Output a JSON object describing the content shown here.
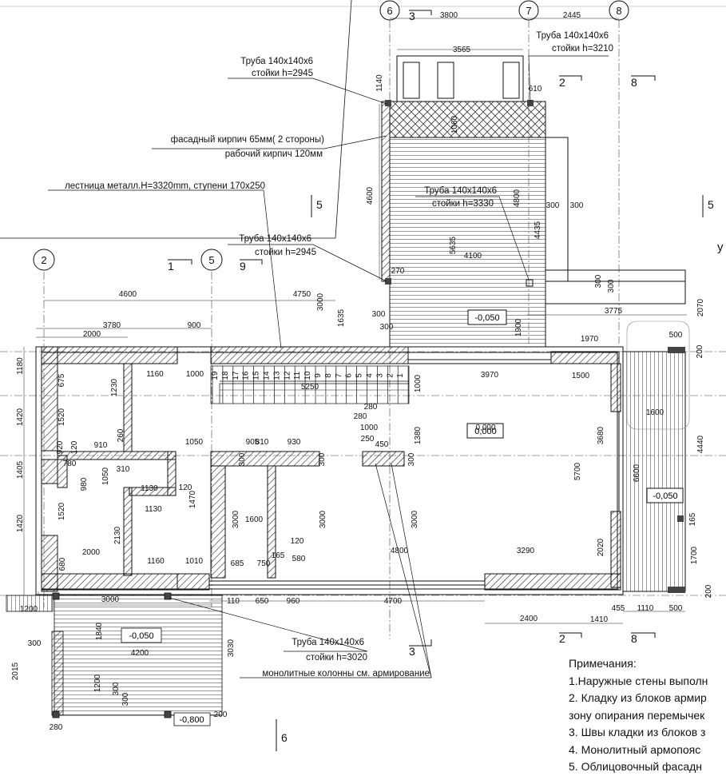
{
  "axes": {
    "top": [
      "6",
      "7",
      "8"
    ],
    "left": [
      "2",
      "5"
    ],
    "right": [
      "5"
    ]
  },
  "section_marks": [
    "3",
    "2",
    "8",
    "5",
    "1",
    "9",
    "2",
    "8",
    "3",
    "6"
  ],
  "callouts": [
    {
      "line1": "Труба 140х140х6",
      "line2": "стойки h=2945"
    },
    {
      "line1": "Труба 140х140х6",
      "line2": "стойки h=3210"
    },
    {
      "line1": "фасадный кирпич 65мм( 2 стороны)",
      "line2": "рабочий кирпич 120мм"
    },
    {
      "line1": "лестница металл.H=3320mm, ступени 170х250",
      "line2": ""
    },
    {
      "line1": "Труба 140х140х6",
      "line2": "стойки h=3330"
    },
    {
      "line1": "Труба 140х140х6",
      "line2": "стойки h=2945"
    },
    {
      "line1": "Труба 140х140х6",
      "line2": "стойки h=3020"
    },
    {
      "line1": "монолитные колонны см. армирование",
      "line2": ""
    }
  ],
  "levels": [
    "-0,050",
    "0,000",
    "-0,050",
    "-0,050",
    "-0,800"
  ],
  "dimensions": {
    "top": [
      "3800",
      "2445",
      "3565",
      "1140",
      "610",
      "1060",
      "4600",
      "4800",
      "4435",
      "300",
      "300",
      "5635",
      "4100",
      "270"
    ],
    "upper_left": [
      "4600",
      "4750",
      "3780",
      "900",
      "2000",
      "3000",
      "1635",
      "300",
      "300",
      "1900"
    ],
    "right_wing": [
      "300",
      "300",
      "3775",
      "2070",
      "500",
      "200",
      "1970",
      "1600",
      "4440",
      "3680",
      "6600",
      "2020",
      "1700",
      "200",
      "1500",
      "165",
      "1110",
      "500",
      "455",
      "1410"
    ],
    "interior": [
      "1160",
      "1000",
      "675",
      "1230",
      "1520",
      "1420",
      "1180",
      "1405",
      "1420",
      "920",
      "120",
      "910",
      "260",
      "1050",
      "905",
      "810",
      "930",
      "780",
      "310",
      "980",
      "1050",
      "1130",
      "1130",
      "120",
      "1470",
      "1520",
      "2130",
      "680",
      "2000",
      "1160",
      "1010",
      "685",
      "750",
      "165",
      "580",
      "3000",
      "1600",
      "120",
      "3000",
      "3000",
      "1000",
      "250",
      "450",
      "1380",
      "300",
      "5250",
      "280",
      "280",
      "3970",
      "1000",
      "0,000",
      "5700",
      "4800",
      "3290",
      "110",
      "650",
      "960",
      "4700",
      "2400",
      "300",
      "300"
    ],
    "porch": [
      "1200",
      "3000",
      "300",
      "1840",
      "4200",
      "2015",
      "1200",
      "300",
      "300",
      "3030",
      "280",
      "200"
    ],
    "stairs": [
      "19",
      "18",
      "17",
      "16",
      "15",
      "14",
      "13",
      "12",
      "11",
      "10",
      "9",
      "8",
      "7",
      "6",
      "5",
      "4",
      "3",
      "2",
      "1"
    ]
  },
  "notes": {
    "title": "Примечания:",
    "items": [
      "1.Наружные стены выполн",
      "2. Кладку из блоков армир",
      "зону опирания перемычек",
      "3. Швы кладки из блоков з",
      "4. Монолитный армопояс",
      "5. Облицовочный  фасадн"
    ]
  },
  "colors": {
    "line": "#111111",
    "wall_fill": "#555555",
    "hatch": "#333333"
  }
}
